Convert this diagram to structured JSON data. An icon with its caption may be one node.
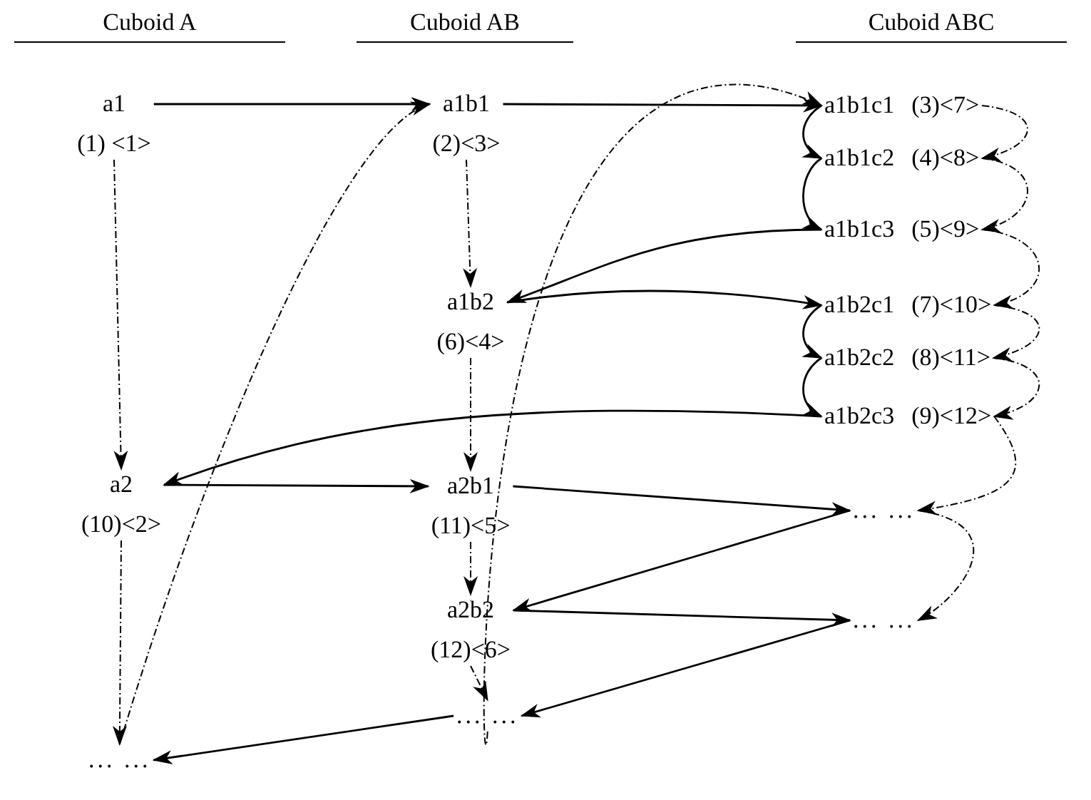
{
  "diagram": {
    "nodes": [
      {
        "text": [
          "a1"
        ],
        "beside": [
          "(1) <1>"
        ]
      },
      {
        "text": [
          "a1b1"
        ],
        "beside": [
          "(2)<3>"
        ]
      },
      {
        "text": [
          "a1b1c1"
        ],
        "beside": [
          "(3)<7>"
        ]
      },
      {
        "text": [
          "a1b1c2"
        ],
        "beside": [
          "(4)<8>"
        ]
      },
      {
        "text": [
          "a1b1c3"
        ],
        "beside": [
          "(5)<9>"
        ]
      },
      {
        "text": [
          "a1b2"
        ],
        "beside": [
          "(6)<4>"
        ]
      },
      {
        "text": [
          "a1b2c1"
        ],
        "beside": [
          "(7)<10>"
        ]
      },
      {
        "text": [
          "a1b2c2"
        ],
        "beside": [
          "(8)<11>"
        ]
      },
      {
        "text": [
          "a1b2c3"
        ],
        "beside": [
          "(9)<12>"
        ]
      },
      {
        "text": [
          "a2"
        ],
        "beside": [
          "(10)<2>"
        ]
      },
      {
        "text": [
          "a2b1"
        ],
        "beside": [
          "(11)<5>"
        ]
      },
      {
        "text": [
          "... ..."
        ]
      },
      {
        "text": [
          "a2b2"
        ],
        "beside": [
          "(12)<6>"
        ]
      },
      {
        "text": [
          "... ..."
        ]
      },
      {
        "text": [
          "... ..."
        ]
      },
      {
        "text": [
          "... ..."
        ]
      }
    ],
    "edges": [
      {
        "from": 0,
        "to": 1,
        "arrow": "to"
      },
      {
        "from": 1,
        "to": 2,
        "arrow": "to"
      },
      {
        "from": 2,
        "to": 3,
        "arrow": "to"
      },
      {
        "from": 3,
        "to": 4,
        "arrow": "to"
      },
      {
        "from": 4,
        "to": 5,
        "arrow": "to"
      },
      {
        "from": 5,
        "to": 6,
        "arrow": "to"
      },
      {
        "from": 6,
        "to": 7,
        "arrow": "to"
      },
      {
        "from": 7,
        "to": 8,
        "arrow": "to"
      },
      {
        "from": 8,
        "to": 9,
        "arrow": "to"
      },
      {
        "from": 9,
        "to": 10,
        "arrow": "to"
      },
      {
        "from": 10,
        "to": 11,
        "arrow": "to"
      },
      {
        "from": 11,
        "to": 12,
        "arrow": "to"
      },
      {
        "from": 12,
        "to": 13,
        "arrow": "to"
      },
      {
        "from": 13,
        "to": 14,
        "arrow": "to"
      },
      {
        "from": 14,
        "to": 15,
        "arrow": "to"
      },
      {
        "from": 0,
        "to": 9,
        "arrow": "to",
        "style": "dashed"
      },
      {
        "from": 1,
        "to": 5,
        "arrow": "to",
        "style": "dashed"
      },
      {
        "from": 5,
        "to": 10,
        "arrow": "to",
        "style": "dashed"
      },
      {
        "from": 10,
        "to": 12,
        "arrow": "to",
        "style": "dashed"
      },
      {
        "from": 12,
        "to": 14,
        "arrow": "to",
        "style": "dashed"
      },
      {
        "from": 9,
        "to": 15,
        "arrow": "to",
        "style": "dashed"
      },
      {
        "from": 15,
        "to": 1,
        "arrow": "to",
        "style": "dashed"
      },
      {
        "from": 14,
        "to": 2,
        "arrow": "to",
        "style": "dashed"
      },
      {
        "from": 2,
        "to": 3,
        "arrow": "to",
        "style": "dashed"
      },
      {
        "from": 3,
        "to": 4,
        "arrow": "to",
        "style": "dashed"
      },
      {
        "from": 4,
        "to": 6,
        "arrow": "to",
        "style": "dashed"
      },
      {
        "from": 6,
        "to": 7,
        "arrow": "to",
        "style": "dashed"
      },
      {
        "from": 7,
        "to": 8,
        "arrow": "to",
        "style": "dashed"
      },
      {
        "from": 8,
        "to": 11,
        "arrow": "to",
        "style": "dashed"
      },
      {
        "from": 11,
        "to": 13,
        "arrow": "to",
        "style": "dashed"
      }
    ],
    "labels": [
      "Cuboid A",
      "Cuboid AB",
      "Cuboid ABC"
    ]
  }
}
